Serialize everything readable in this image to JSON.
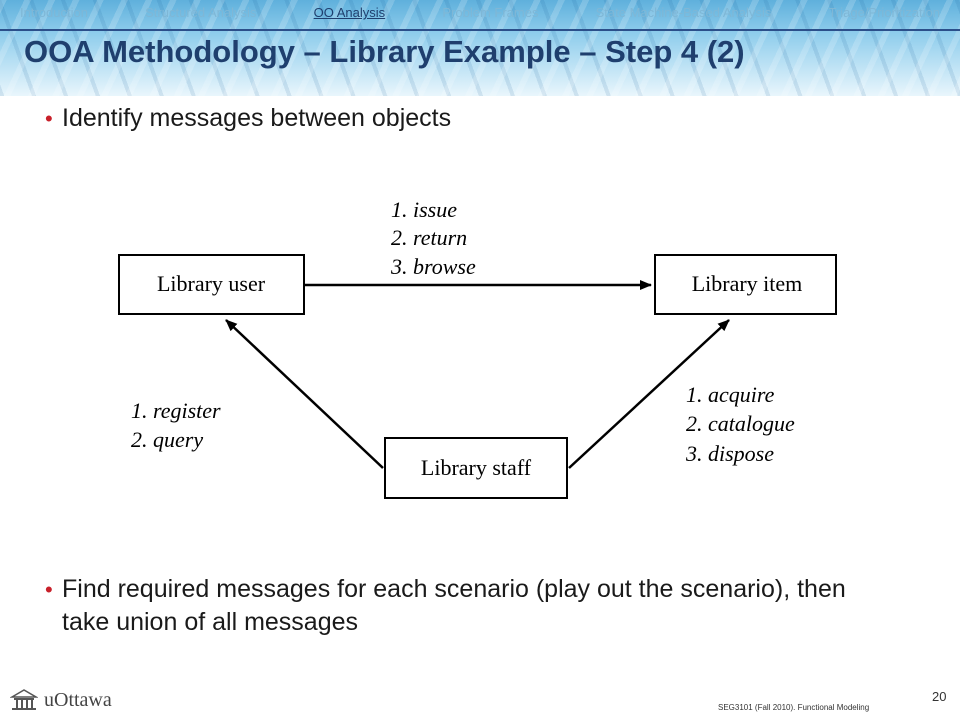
{
  "nav": {
    "items": [
      {
        "label": "Introduction"
      },
      {
        "label": "Structured Analysis"
      },
      {
        "label": "OO Analysis"
      },
      {
        "label": "Problem Frames"
      },
      {
        "label": "State Machine-Based Analysis"
      },
      {
        "label": "Triage/Prioritization"
      }
    ],
    "active_index": 2
  },
  "title": "OOA Methodology – Library Example – Step 4 (2)",
  "bullets": [
    "Identify messages between objects",
    "Find required messages for each scenario (play out the scenario), then take union of all messages"
  ],
  "diagram": {
    "boxes": {
      "user": "Library user",
      "item": "Library item",
      "staff": "Library staff"
    },
    "messages": {
      "user_to_item": [
        "1. issue",
        "2. return",
        "3. browse"
      ],
      "staff_to_user": [
        "1. register",
        "2. query"
      ],
      "staff_to_item": [
        "1. acquire",
        "2. catalogue",
        "3. dispose"
      ]
    }
  },
  "footer": {
    "logo": "uOttawa",
    "course": "SEG3101 (Fall 2010).   Functional Modeling",
    "page": "20"
  },
  "colors": {
    "title": "#1f3f6e",
    "bullet_dot": "#c8202a",
    "nav_active": "#1f3f6e"
  }
}
